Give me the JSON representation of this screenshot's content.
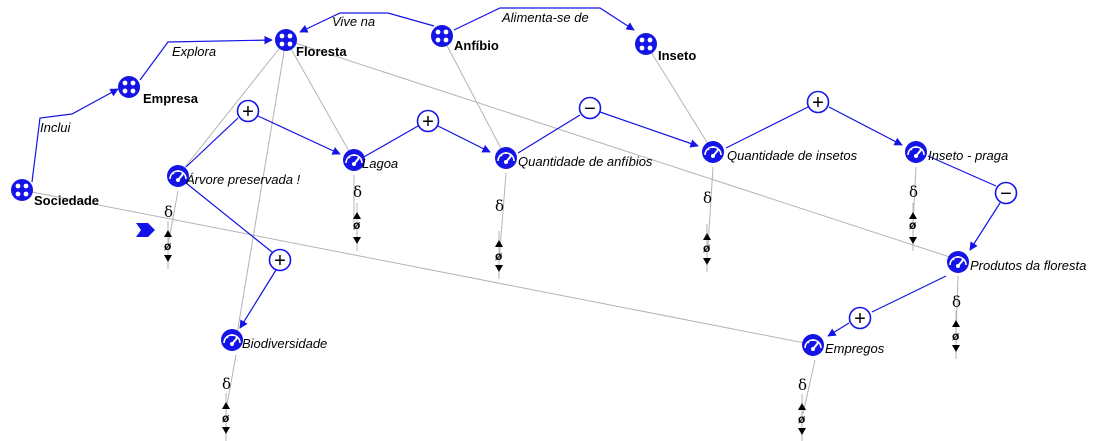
{
  "entities": [
    {
      "id": "sociedade",
      "label": "Sociedade"
    },
    {
      "id": "empresa",
      "label": "Empresa"
    },
    {
      "id": "floresta",
      "label": "Floresta"
    },
    {
      "id": "anfibio",
      "label": "Anfíbio"
    },
    {
      "id": "inseto",
      "label": "Inseto"
    }
  ],
  "relations": [
    {
      "id": "inclui",
      "label": "Inclui"
    },
    {
      "id": "explora",
      "label": "Explora"
    },
    {
      "id": "vive_na",
      "label": "Vive na"
    },
    {
      "id": "alimenta",
      "label": "Alimenta-se de"
    }
  ],
  "quantities": [
    {
      "id": "arvore",
      "label": "Árvore preservada !"
    },
    {
      "id": "lagoa",
      "label": "Lagoa"
    },
    {
      "id": "anfibios",
      "label": "Quantidade de anfíbios"
    },
    {
      "id": "insetos",
      "label": "Quantidade de insetos"
    },
    {
      "id": "praga",
      "label": "Inseto - praga"
    },
    {
      "id": "produtos",
      "label": "Produtos da floresta"
    },
    {
      "id": "biodiv",
      "label": "Biodiversidade"
    },
    {
      "id": "empregos",
      "label": "Empregos"
    }
  ],
  "influences": [
    {
      "id": "arvore_lagoa",
      "sign": "+"
    },
    {
      "id": "lagoa_anfibios",
      "sign": "+"
    },
    {
      "id": "anfibios_insetos",
      "sign": "−"
    },
    {
      "id": "insetos_praga",
      "sign": "+"
    },
    {
      "id": "praga_produtos",
      "sign": "−"
    },
    {
      "id": "arvore_biodiv",
      "sign": "+"
    },
    {
      "id": "produtos_empregos",
      "sign": "+"
    }
  ],
  "derivative_symbol": "δ",
  "zero_symbol": "ø",
  "colors": {
    "primary": "#1414e6",
    "connector": "#b4b4b4",
    "text": "#000000"
  }
}
